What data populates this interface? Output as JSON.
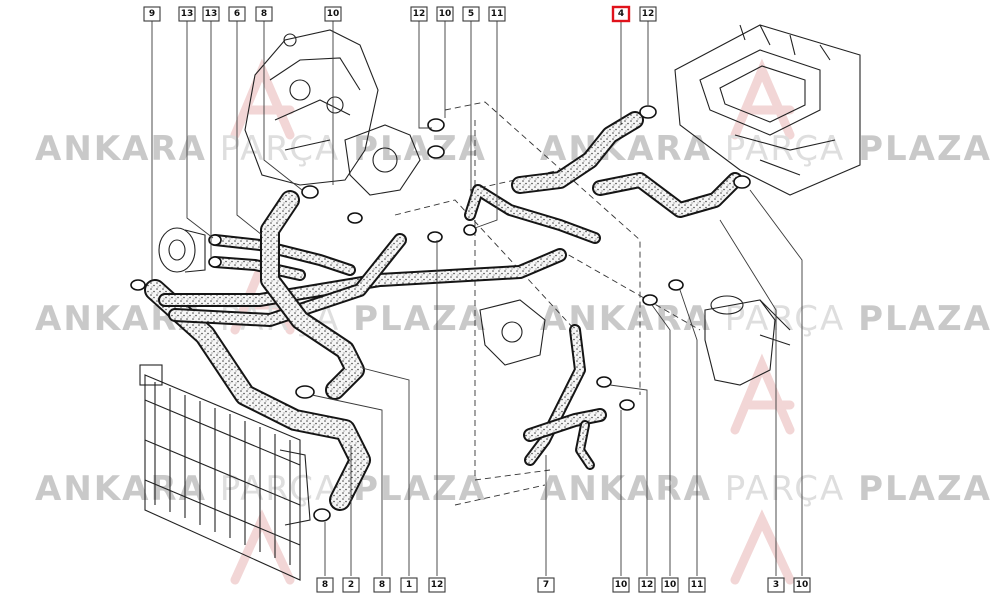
{
  "watermark": {
    "part1": "ANKARA",
    "part2": "PARÇA",
    "part3": "PLAZA"
  },
  "callouts_top": [
    {
      "label": "9"
    },
    {
      "label": "13"
    },
    {
      "label": "13"
    },
    {
      "label": "6"
    },
    {
      "label": "8"
    },
    {
      "label": "10"
    },
    {
      "label": "12"
    },
    {
      "label": "10"
    },
    {
      "label": "5"
    },
    {
      "label": "11"
    },
    {
      "label": "4",
      "highlight": true
    },
    {
      "label": "12"
    }
  ],
  "callouts_bottom": [
    {
      "label": "8"
    },
    {
      "label": "2"
    },
    {
      "label": "8"
    },
    {
      "label": "1"
    },
    {
      "label": "12"
    },
    {
      "label": "7"
    },
    {
      "label": "10"
    },
    {
      "label": "12"
    },
    {
      "label": "10"
    },
    {
      "label": "11"
    },
    {
      "label": "3"
    },
    {
      "label": "10"
    }
  ],
  "colors": {
    "highlight": "#e0121b",
    "ink": "#151515",
    "hose_fill": "#f4f4f4",
    "watermark": "#cfcfcf"
  }
}
